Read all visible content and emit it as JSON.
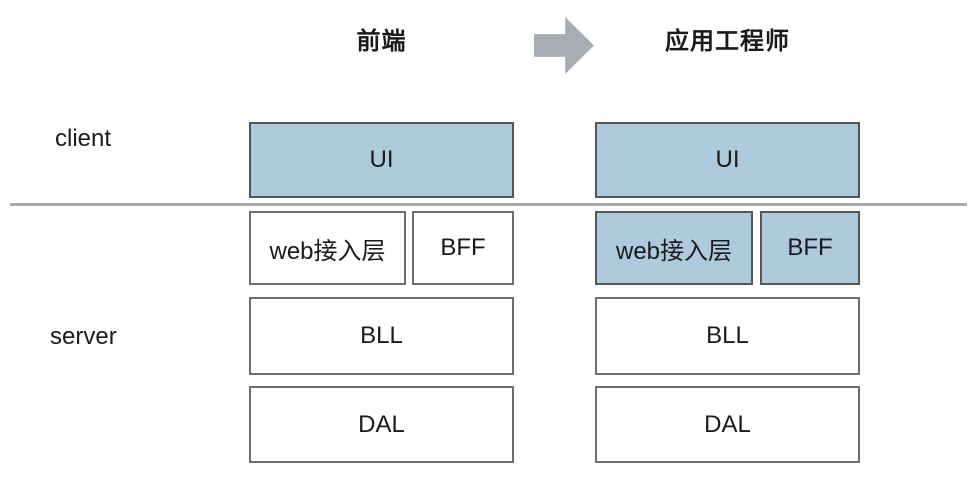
{
  "diagram": {
    "type": "layer-architecture-comparison",
    "divider_meaning": "separates client side (above) from server side (below)"
  },
  "side_labels": {
    "client": "client",
    "server": "server"
  },
  "icons": {
    "arrow": "right-arrow"
  },
  "columns": [
    {
      "name": "frontend",
      "title": "前端",
      "rows": [
        {
          "zone": "client",
          "boxes": [
            {
              "label": "UI",
              "highlighted": true
            }
          ]
        },
        {
          "zone": "server",
          "boxes": [
            {
              "label": "web接入层",
              "highlighted": false
            },
            {
              "label": "BFF",
              "highlighted": false
            }
          ]
        },
        {
          "zone": "server",
          "boxes": [
            {
              "label": "BLL",
              "highlighted": false
            }
          ]
        },
        {
          "zone": "server",
          "boxes": [
            {
              "label": "DAL",
              "highlighted": false
            }
          ]
        }
      ]
    },
    {
      "name": "application-engineer",
      "title": "应用工程师",
      "rows": [
        {
          "zone": "client",
          "boxes": [
            {
              "label": "UI",
              "highlighted": true
            }
          ]
        },
        {
          "zone": "server",
          "boxes": [
            {
              "label": "web接入层",
              "highlighted": true
            },
            {
              "label": "BFF",
              "highlighted": true
            }
          ]
        },
        {
          "zone": "server",
          "boxes": [
            {
              "label": "BLL",
              "highlighted": false
            }
          ]
        },
        {
          "zone": "server",
          "boxes": [
            {
              "label": "DAL",
              "highlighted": false
            }
          ]
        }
      ]
    }
  ],
  "colors": {
    "highlight_fill": "#aecbde",
    "box_border": "#565656",
    "white_box_border": "#6e6e6e",
    "divider": "#a9a9a9",
    "arrow": "#a8adb3",
    "text": "#1a1a1a",
    "page_bg": "#ffffff"
  }
}
